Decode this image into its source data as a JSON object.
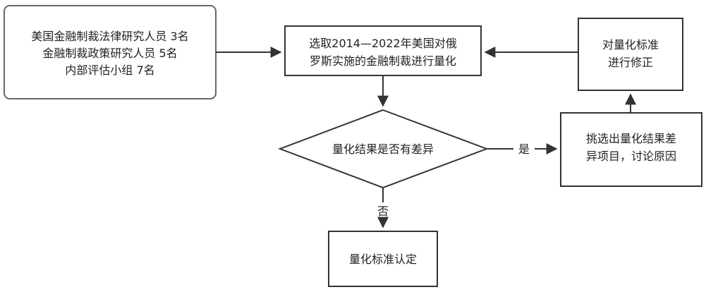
{
  "diagram": {
    "nodes": {
      "participants": {
        "lines": [
          "美国金融制裁法律研究人员 3名",
          "金融制裁政策研究人员 5名",
          "内部评估小组 7名"
        ]
      },
      "quantify": {
        "lines": [
          "选取2014—2022年美国对俄",
          "罗斯实施的金融制裁进行量化"
        ]
      },
      "decision": {
        "lines": [
          "量化结果是否有差异"
        ]
      },
      "pick_out": {
        "lines": [
          "挑选出量化结果差",
          "异项目，讨论原因"
        ]
      },
      "revise": {
        "lines": [
          "对量化标准",
          "进行修正"
        ]
      },
      "confirm": {
        "lines": [
          "量化标准认定"
        ]
      }
    },
    "edges": {
      "yes_label": "是",
      "no_label": "否"
    }
  },
  "colors": {
    "stroke": "#333333",
    "participants_stroke": "#666666",
    "text": "#222222"
  }
}
